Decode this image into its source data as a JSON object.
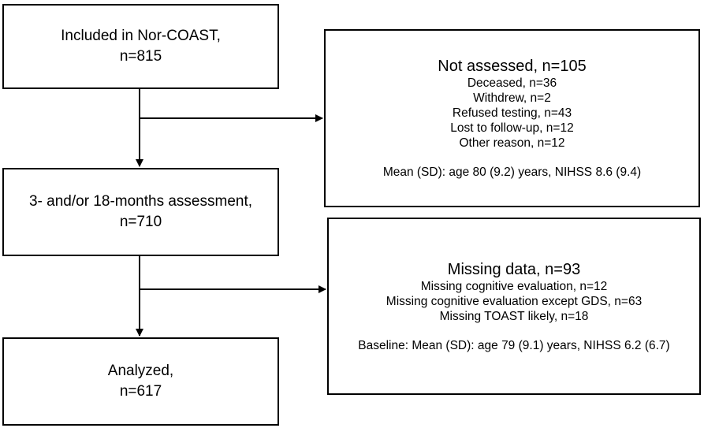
{
  "boxes": {
    "included": {
      "line1": "Included in Nor-COAST,",
      "line2": "n=815"
    },
    "assessment": {
      "line1": "3- and/or 18-months assessment,",
      "line2": "n=710"
    },
    "analyzed": {
      "line1": "Analyzed,",
      "line2": "n=617"
    }
  },
  "not_assessed": {
    "title": "Not assessed, n=105",
    "items": [
      "Deceased, n=36",
      "Withdrew, n=2",
      "Refused testing, n=43",
      "Lost to follow-up, n=12",
      "Other reason, n=12"
    ],
    "footer": "Mean (SD): age 80 (9.2) years, NIHSS 8.6 (9.4)"
  },
  "missing_data": {
    "title": "Missing data, n=93",
    "items": [
      "Missing cognitive evaluation, n=12",
      "Missing cognitive evaluation except GDS, n=63",
      "Missing TOAST likely, n=18"
    ],
    "footer": "Baseline: Mean (SD): age 79 (9.1) years, NIHSS 6.2 (6.7)"
  }
}
